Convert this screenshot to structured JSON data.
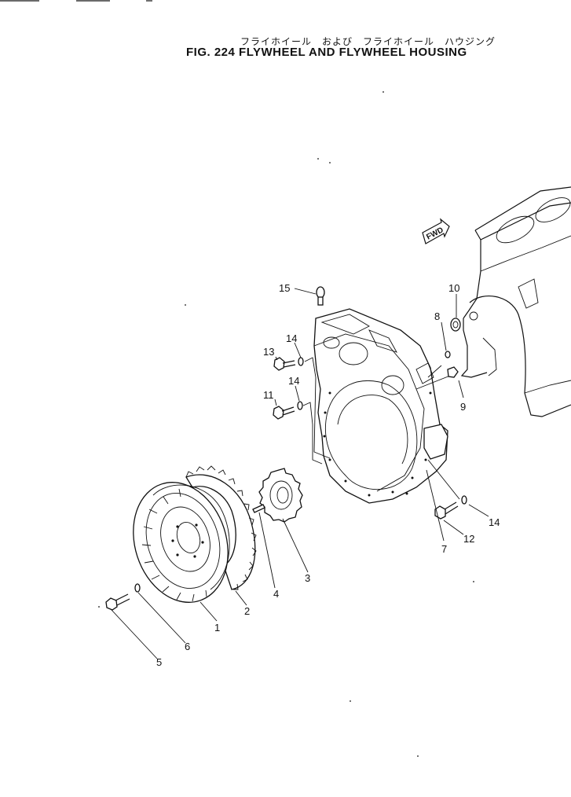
{
  "figure": {
    "title_jp": "フライホイール　および　フライホイール　ハウジング",
    "title_en": "FIG. 224  FLYWHEEL  AND  FLYWHEEL  HOUSING",
    "direction_tag": "FWD"
  },
  "callouts": [
    "1",
    "2",
    "3",
    "4",
    "5",
    "6",
    "7",
    "8",
    "9",
    "10",
    "11",
    "12",
    "13",
    "14",
    "14",
    "14",
    "15"
  ]
}
